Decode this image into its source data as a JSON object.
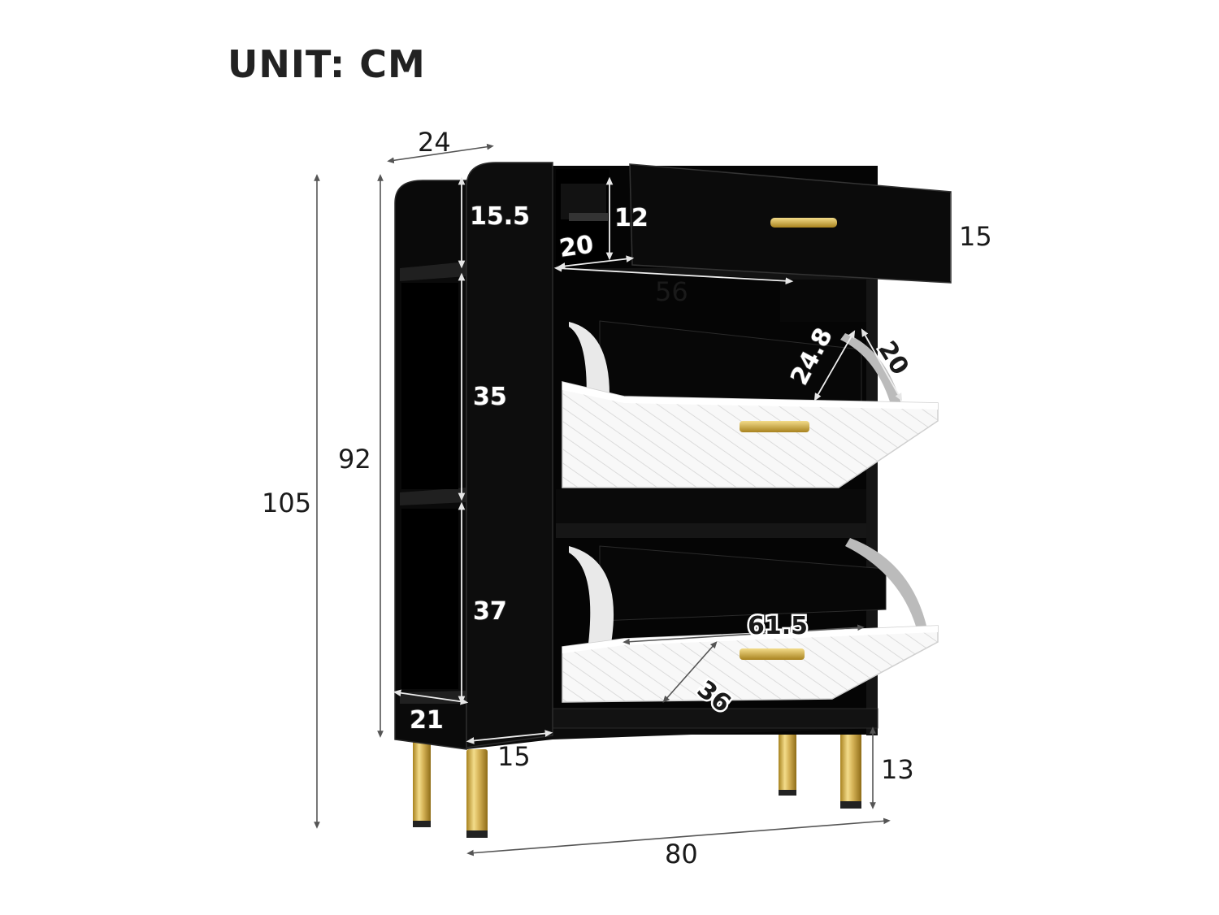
{
  "header": {
    "title": "UNIT: CM"
  },
  "dimensions": {
    "depth_top": "24",
    "side_top_gap": "15.5",
    "drawer_inner_height": "12",
    "drawer_inner_depth": "20",
    "drawer_height": "15",
    "drawer_width": "56",
    "flap_inner_depth": "24.8",
    "flap_inner_height": "20",
    "cabinet_height": "92",
    "total_height": "105",
    "side_shelf_upper": "35",
    "side_shelf_lower": "37",
    "flap_width": "61.5",
    "flap_depth": "36",
    "side_shelf_depth": "21",
    "side_panel_width": "15",
    "leg_height": "13",
    "total_width": "80"
  },
  "colors": {
    "cabinet": "#0a0a0a",
    "cabinet_edge": "#2a2a2a",
    "flap_white": "#f7f7f7",
    "handle_gold": "#c9a640",
    "leg_gold": "#d4b155",
    "dimension_line": "#555555"
  }
}
